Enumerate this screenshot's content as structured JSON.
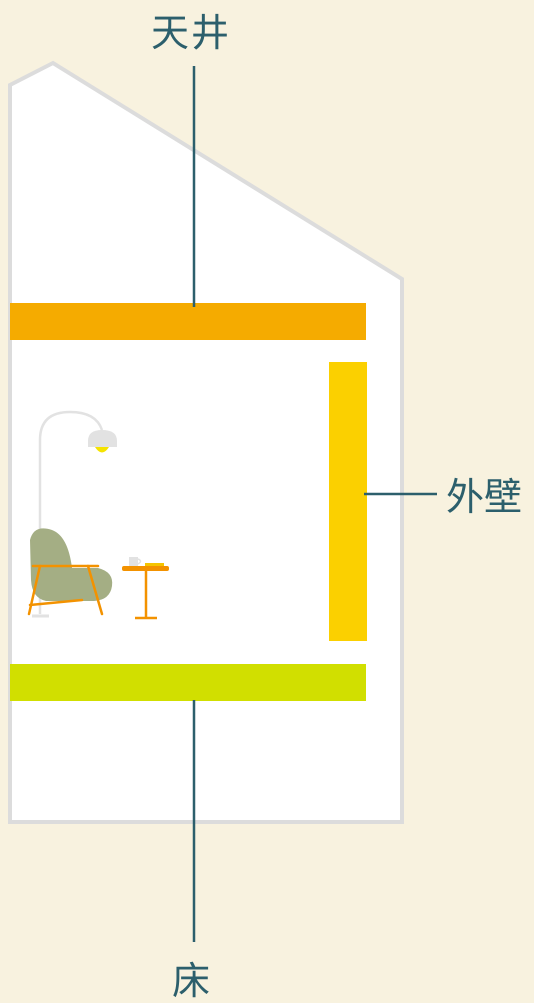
{
  "labels": {
    "ceiling": "天井",
    "exterior_wall": "外壁",
    "floor": "床"
  },
  "colors": {
    "background": "#f8f2df",
    "house_fill": "#ffffff",
    "house_outline": "#dcdcdc",
    "ceiling_insulation": "#f5ab00",
    "wall_insulation": "#fbd000",
    "floor_insulation": "#d1df00",
    "leader_line": "#2c5f6c",
    "chair": "#a4ae84",
    "furniture": "#f39200",
    "lamp": "#e2e2e2",
    "bulb": "#f5e300"
  },
  "icons": [
    "house-cross-section-icon",
    "floor-lamp-icon",
    "armchair-icon",
    "side-table-icon",
    "cup-icon"
  ]
}
